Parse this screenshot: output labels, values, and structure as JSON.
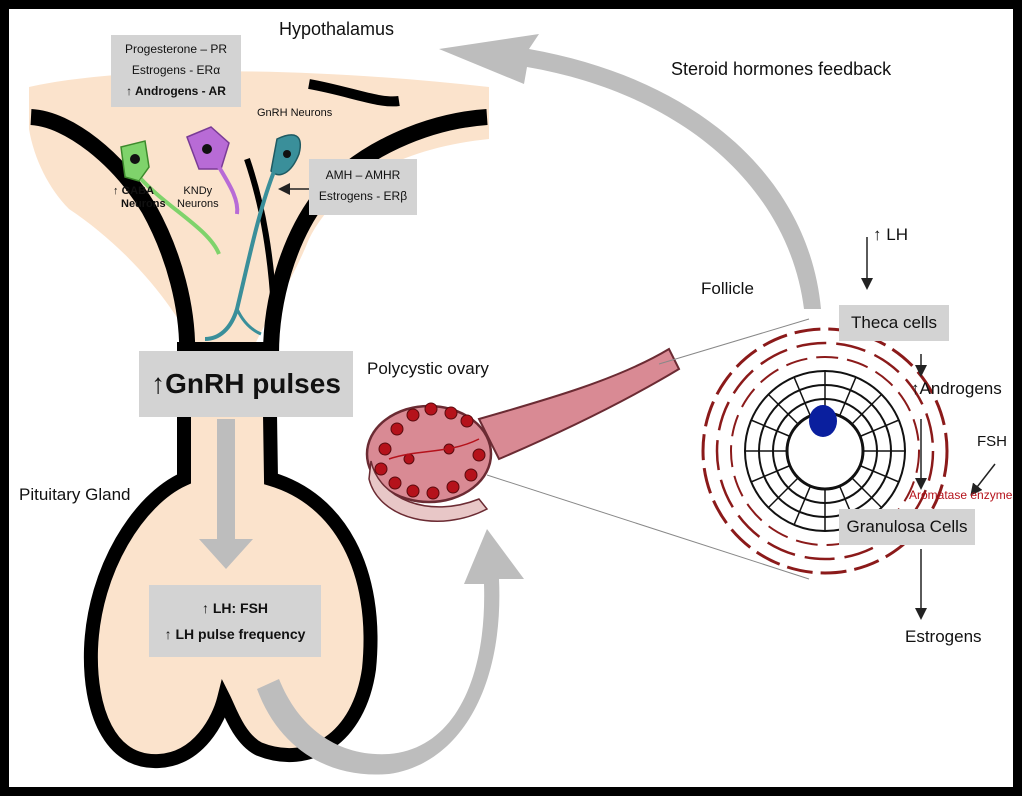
{
  "labels": {
    "hypothalamus": "Hypothalamus",
    "steroid_feedback": "Steroid hormones feedback",
    "gnrh_neurons": "GnRH Neurons",
    "kndy_neurons_line1": "KNDy",
    "kndy_neurons_line2": "Neurons",
    "gaba_neurons_line1": "GABA",
    "gaba_neurons_line2": "Neurons",
    "pituitary_gland": "Pituitary Gland",
    "polycystic_ovary": "Polycystic ovary",
    "follicle": "Follicle",
    "lh_top": "LH",
    "androgens": "Androgens",
    "fsh": "FSH",
    "aromatase": "Aromatase enzyme",
    "estrogens": "Estrogens",
    "up_arrow": "↑"
  },
  "boxes": {
    "receptors": [
      "Progesterone – PR",
      "Estrogens - ERα",
      "Androgens - AR"
    ],
    "amh": [
      "AMH – AMHR",
      "Estrogens - ERβ"
    ],
    "gnrh_pulses": "GnRH pulses",
    "lh_fsh": [
      "LH: FSH",
      "LH pulse frequency"
    ],
    "theca_cells": "Theca cells",
    "granulosa_cells": "Granulosa Cells"
  },
  "colors": {
    "brain_tissue": "#fbe3cc",
    "gray_arrow": "#bdbdbd",
    "label_box": "#d3d3d3",
    "ovary_pink": "#d98a94",
    "ovary_cyst": "#b5121b",
    "follicle_outer": "#8b1a1a",
    "oocyte": "#0a1f9e",
    "gaba_neuron": "#7fd36b",
    "kndy_neuron": "#b86bd6",
    "gnrh_neuron": "#3a8f9a",
    "aromatase_text": "#b5121b"
  }
}
